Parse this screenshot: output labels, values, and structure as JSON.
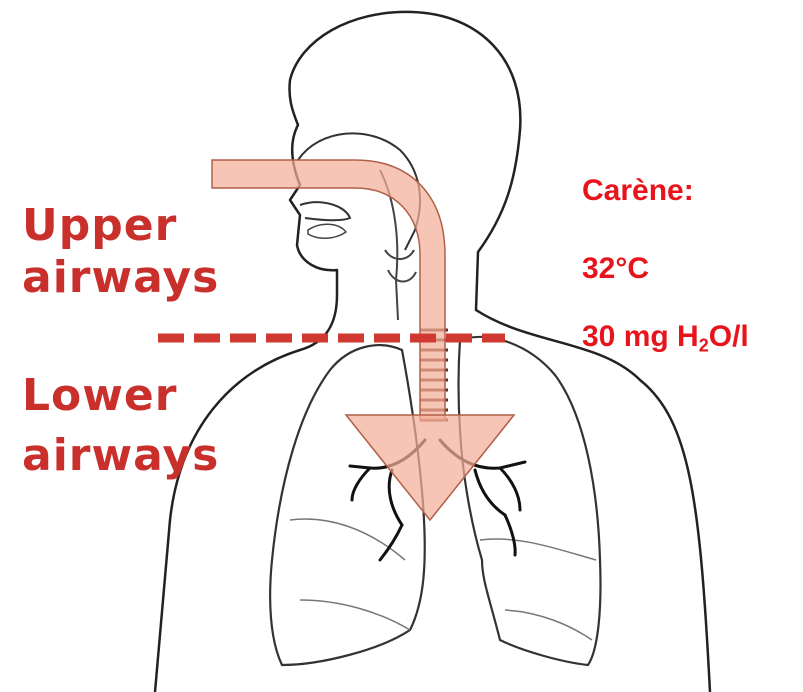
{
  "zones": {
    "upper": [
      "Upper",
      "airways"
    ],
    "lower": [
      "Lower",
      "airways"
    ]
  },
  "carina": {
    "title": "Carène:",
    "temperature": "32°C",
    "humidity_prefix": "30 mg H",
    "humidity_sub": "2",
    "humidity_suffix": "O/l"
  },
  "colors": {
    "accent_text": "#e8141c",
    "zone_text": "#c9302c",
    "divider": "#d0392f",
    "airflow_fill": "#f4ae9a",
    "airflow_stroke": "#b06048",
    "outline": "#222222"
  }
}
